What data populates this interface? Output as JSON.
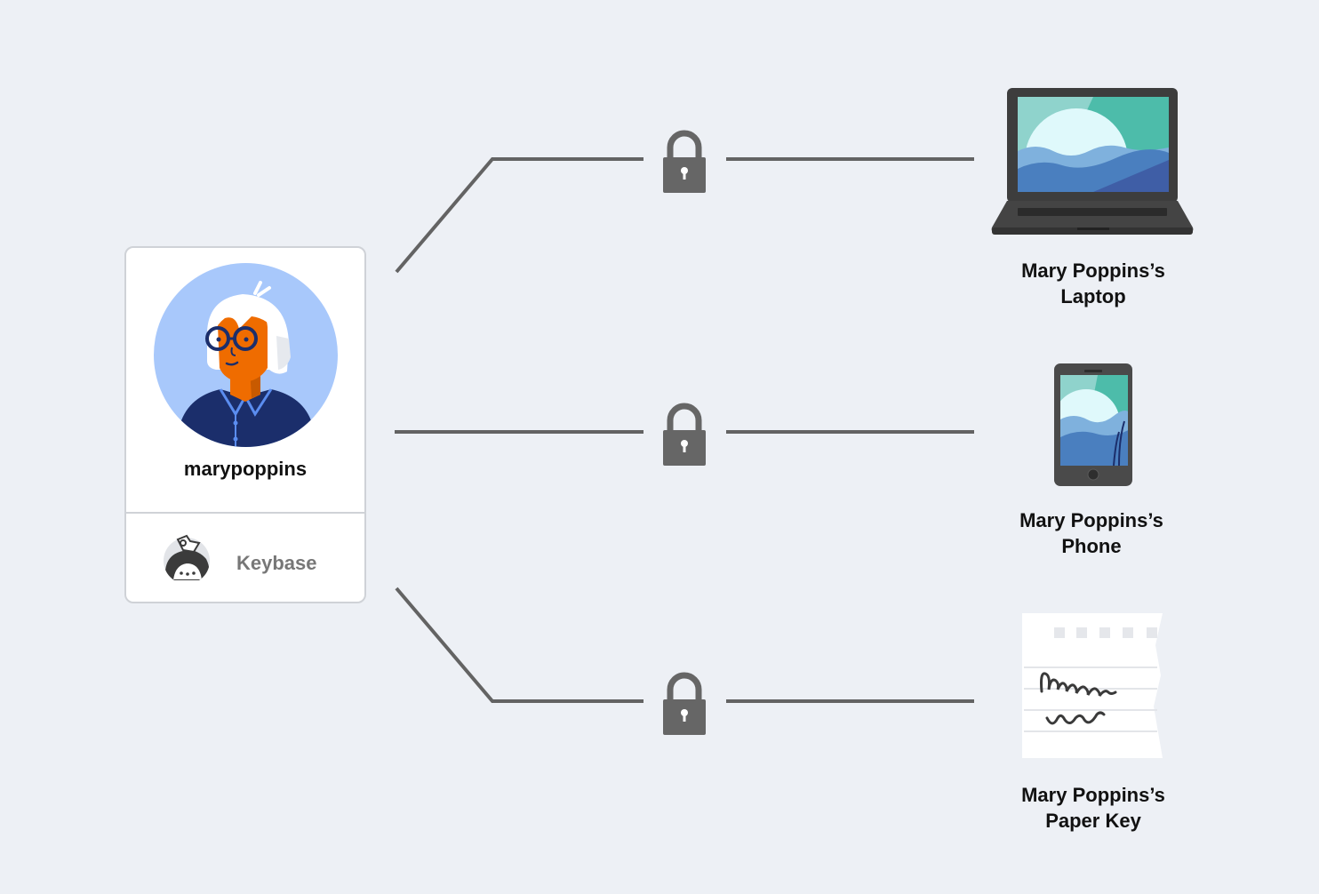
{
  "account": {
    "username": "marypoppins",
    "provider": "Keybase",
    "avatar_icon": "user-avatar-icon",
    "logo_icon": "keybase-logo-icon"
  },
  "devices": [
    {
      "line1": "Mary Poppins’s",
      "line2": "Laptop",
      "icon": "laptop-icon"
    },
    {
      "line1": "Mary Poppins’s",
      "line2": "Phone",
      "icon": "phone-icon"
    },
    {
      "line1": "Mary Poppins’s",
      "line2": "Paper Key",
      "icon": "paper-key-icon"
    }
  ],
  "connector_icon": "padlock-icon",
  "colors": {
    "background": "#edf0f5",
    "line": "#636363",
    "lock": "#666666",
    "avatar_bg": "#a8c8fb",
    "skin": "#ef6c00",
    "shirt": "#1b2e6b"
  }
}
